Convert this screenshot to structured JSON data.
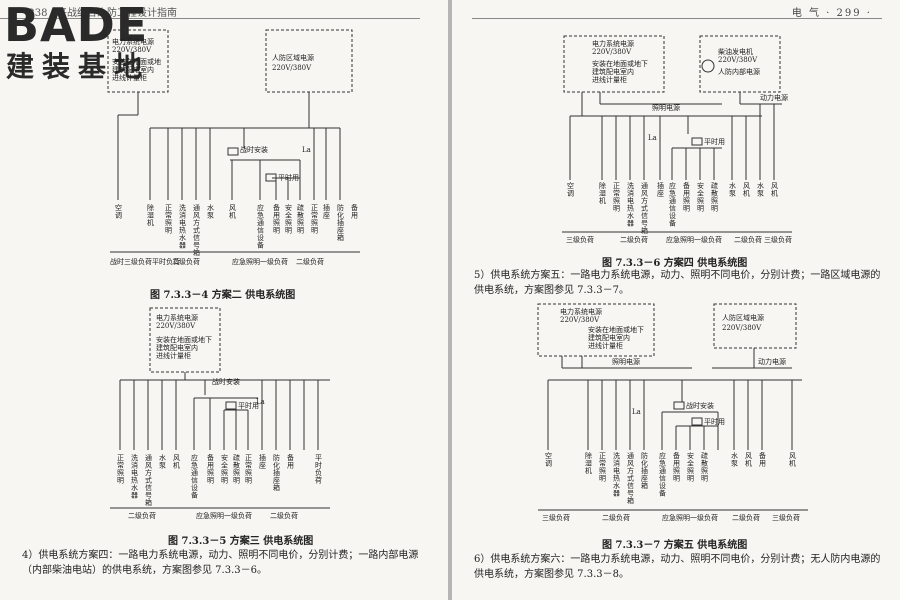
{
  "logo": {
    "big": "BADE",
    "small": "建装基地"
  },
  "header": {
    "left": "· 238 ·  平战结合人防工程设计指南",
    "right": "电    气  · 299 ·"
  },
  "diagrams": {
    "fig4": {
      "label_source1_line1": "电力系统电源",
      "label_source1_line2": "220V/380V",
      "label_source1_line3": "安装在地面或地",
      "label_source1_line4": "建筑配电室内",
      "label_source1_line5": "进线计量柜",
      "label_source2_line1": "人防区域电源",
      "label_source2_line2": "220V/380V",
      "label_switch_wartime": "战时安装",
      "label_switch_peace": "平时用",
      "loads": [
        "空调",
        "除湿机",
        "正常照明",
        "洗消电热水器",
        "通风方式信号箱",
        "水泵",
        "风机",
        "应急通信设备",
        "备用照明",
        "安全照明",
        "疏散照明",
        "正常照明",
        "插座",
        "防化插座箱",
        "备用"
      ],
      "groups": [
        "战时三级负荷平时负荷",
        "二级负荷",
        "应急照明一级负荷",
        "二级负荷"
      ],
      "la": "La"
    },
    "fig5": {
      "label_source_line1": "电力系统电源",
      "label_source_line2": "220V/380V",
      "label_source_line3": "安装在地面或地下",
      "label_source_line4": "建筑配电室内",
      "label_source_line5": "进线计量柜",
      "label_switch_wartime": "战时安装",
      "label_switch_peace": "平时用",
      "loads": [
        "正常照明",
        "洗消电热水器",
        "通风方式信号箱",
        "水泵",
        "风机",
        "应急通信设备",
        "备用照明",
        "安全照明",
        "疏散照明",
        "正常照明",
        "插座",
        "防化插座箱",
        "备用",
        "平时负荷"
      ],
      "groups": [
        "二级负荷",
        "应急照明一级负荷",
        "二级负荷"
      ],
      "la": "La"
    },
    "fig6": {
      "label_source1_line1": "电力系统电源",
      "label_source1_line2": "220V/380V",
      "label_source1_line3": "安装在地面或地下",
      "label_source1_line4": "建筑配电室内",
      "label_source1_line5": "进线计量柜",
      "label_source2_line1": "柴油发电机",
      "label_source2_line2": "220V/380V",
      "label_source2_line3": "人防内部电源",
      "label_bus_light": "照明电源",
      "label_bus_power": "动力电源",
      "label_switch_peace": "平时用",
      "loads": [
        "空调",
        "除湿机",
        "正常照明",
        "洗消电热水器",
        "通风方式信号箱",
        "插座",
        "应急通信设备",
        "备用照明",
        "安全照明",
        "疏散照明",
        "水泵",
        "风机",
        "水泵",
        "风机"
      ],
      "groups": [
        "三级负荷",
        "二级负荷",
        "应急照明一级负荷",
        "二级负荷",
        "三级负荷"
      ],
      "la": "La"
    },
    "fig7": {
      "label_source1_line1": "电力系统电源",
      "label_source1_line2": "220V/380V",
      "label_source1_line3": "安装在地面或地下",
      "label_source1_line4": "建筑配电室内",
      "label_source1_line5": "进线计量柜",
      "label_source2_line1": "人防区域电源",
      "label_source2_line2": "220V/380V",
      "label_bus_light": "照明电源",
      "label_bus_power": "动力电源",
      "label_switch_wartime": "战时安装",
      "label_switch_peace": "平时用",
      "loads": [
        "空调",
        "除湿机",
        "正常照明",
        "洗消电热水器",
        "通风方式信号箱",
        "防化插座箱",
        "应急通信设备",
        "备用照明",
        "安全照明",
        "疏散照明",
        "水泵",
        "风机",
        "备用",
        "风机"
      ],
      "groups": [
        "三级负荷",
        "二级负荷",
        "应急照明一级负荷",
        "二级负荷",
        "三级负荷"
      ],
      "la": "La"
    }
  },
  "captions": {
    "fig4": "图 7.3.3－4    方案二    供电系统图",
    "fig5": "图 7.3.3－5    方案三    供电系统图",
    "fig6": "图 7.3.3－6    方案四    供电系统图",
    "fig7": "图 7.3.3－7    方案五    供电系统图"
  },
  "paragraphs": {
    "p4": "4）供电系统方案四：一路电力系统电源，动力、照明不同电价，分别计费；一路内部电源（内部柴油电站）的供电系统，方案图参见 7.3.3－6。",
    "p5": "5）供电系统方案五：一路电力系统电源，动力、照明不同电价，分别计费；一路区域电源的供电系统，方案图参见 7.3.3－7。",
    "p6": "6）供电系统方案六：一路电力系统电源，动力、照明不同电价，分别计费；无人防内电源的供电系统，方案图参见 7.3.3－8。"
  }
}
